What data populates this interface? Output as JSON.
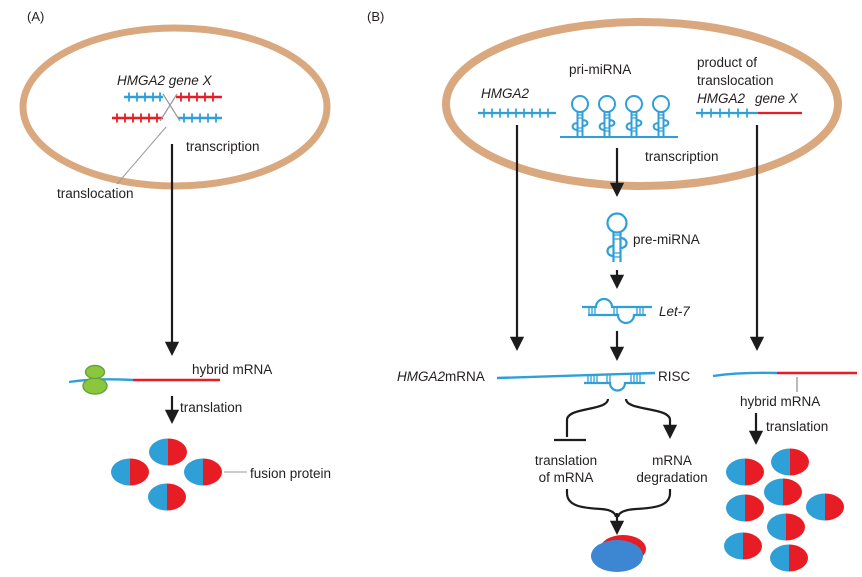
{
  "colors": {
    "membrane": "#d9a87e",
    "blue": "#2f9fd8",
    "red": "#e81c24",
    "green_fill": "#8bc63f",
    "green_stroke": "#64a33a",
    "oval_blue": "#3c86d2",
    "text": "#231f20",
    "gray": "#999999",
    "black": "#1c1c1c"
  },
  "panel_a": {
    "tag": "(A)",
    "gene_hmga2": "HMGA2",
    "gene_x": "gene X",
    "transcription": "transcription",
    "translocation": "translocation",
    "hybrid_mrna": "hybrid mRNA",
    "translation": "translation",
    "fusion_protein": "fusion protein"
  },
  "panel_b": {
    "tag": "(B)",
    "hmga2": "HMGA2",
    "pri_mirna": "pri-miRNA",
    "product_line1": "product of",
    "product_line2": "translocation",
    "product_hmga2": "HMGA2",
    "product_gene_x": "gene X",
    "transcription": "transcription",
    "pre_mirna": "pre-miRNA",
    "let7": "Let-7",
    "mrna_gene": "HMGA2",
    "mrna_suffix": "mRNA",
    "risc": "RISC",
    "block_translation_line1": "translation",
    "block_translation_line2": "of mRNA",
    "degradation_line1": "mRNA",
    "degradation_line2": "degradation",
    "hybrid_mrna": "hybrid mRNA",
    "translation": "translation"
  }
}
